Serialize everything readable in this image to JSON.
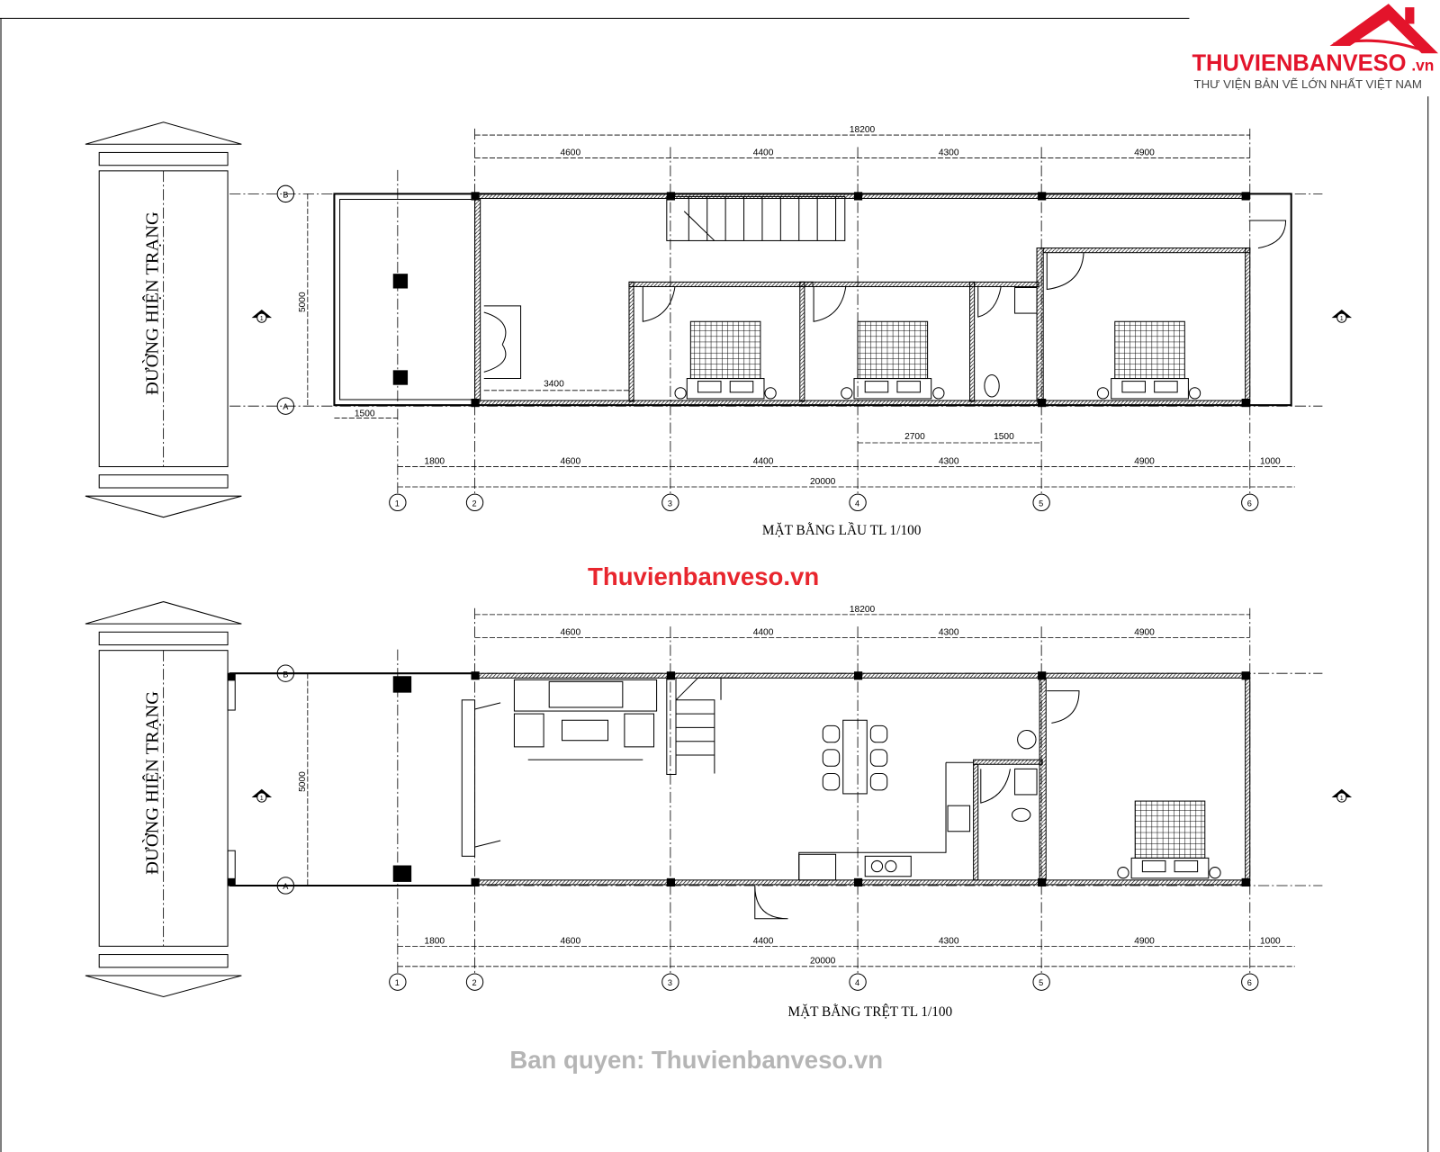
{
  "logo": {
    "brand": "THUVIENBANVESO",
    "suffix": ".vn",
    "tagline": "THƯ VIỆN BẢN VẼ LỚN NHẤT VIỆT NAM",
    "color": "#e3142b"
  },
  "watermark": {
    "text": "Thuvienbanveso.vn",
    "color": "#e8262e"
  },
  "copyright": {
    "text": "Ban quyen: Thuvienbanveso.vn",
    "color": "#b5b5b5"
  },
  "road_label": "ĐƯỜNG HIỆN TRẠNG",
  "plans": [
    {
      "title": "MẶT BẰNG LẦU TL 1/100",
      "overall_top": "18200",
      "top_dims": [
        "4600",
        "4400",
        "4300",
        "4900"
      ],
      "bottom_dims": [
        "1800",
        "4600",
        "4400",
        "4300",
        "4900",
        "1000"
      ],
      "overall_bottom": "20000",
      "depth": "5000",
      "extra_dims": [
        "1500",
        "3400",
        "2700",
        "1500"
      ],
      "axes_x": [
        "1",
        "2",
        "3",
        "4",
        "5",
        "6"
      ],
      "axes_y": [
        "B",
        "A"
      ],
      "section_mark": "1"
    },
    {
      "title": "MẶT BẰNG TRỆT TL 1/100",
      "overall_top": "18200",
      "top_dims": [
        "4600",
        "4400",
        "4300",
        "4900"
      ],
      "bottom_dims": [
        "1800",
        "4600",
        "4400",
        "4300",
        "4900",
        "1000"
      ],
      "overall_bottom": "20000",
      "depth": "5000",
      "axes_x": [
        "1",
        "2",
        "3",
        "4",
        "5",
        "6"
      ],
      "axes_y": [
        "B",
        "A"
      ],
      "section_mark": "1"
    }
  ]
}
